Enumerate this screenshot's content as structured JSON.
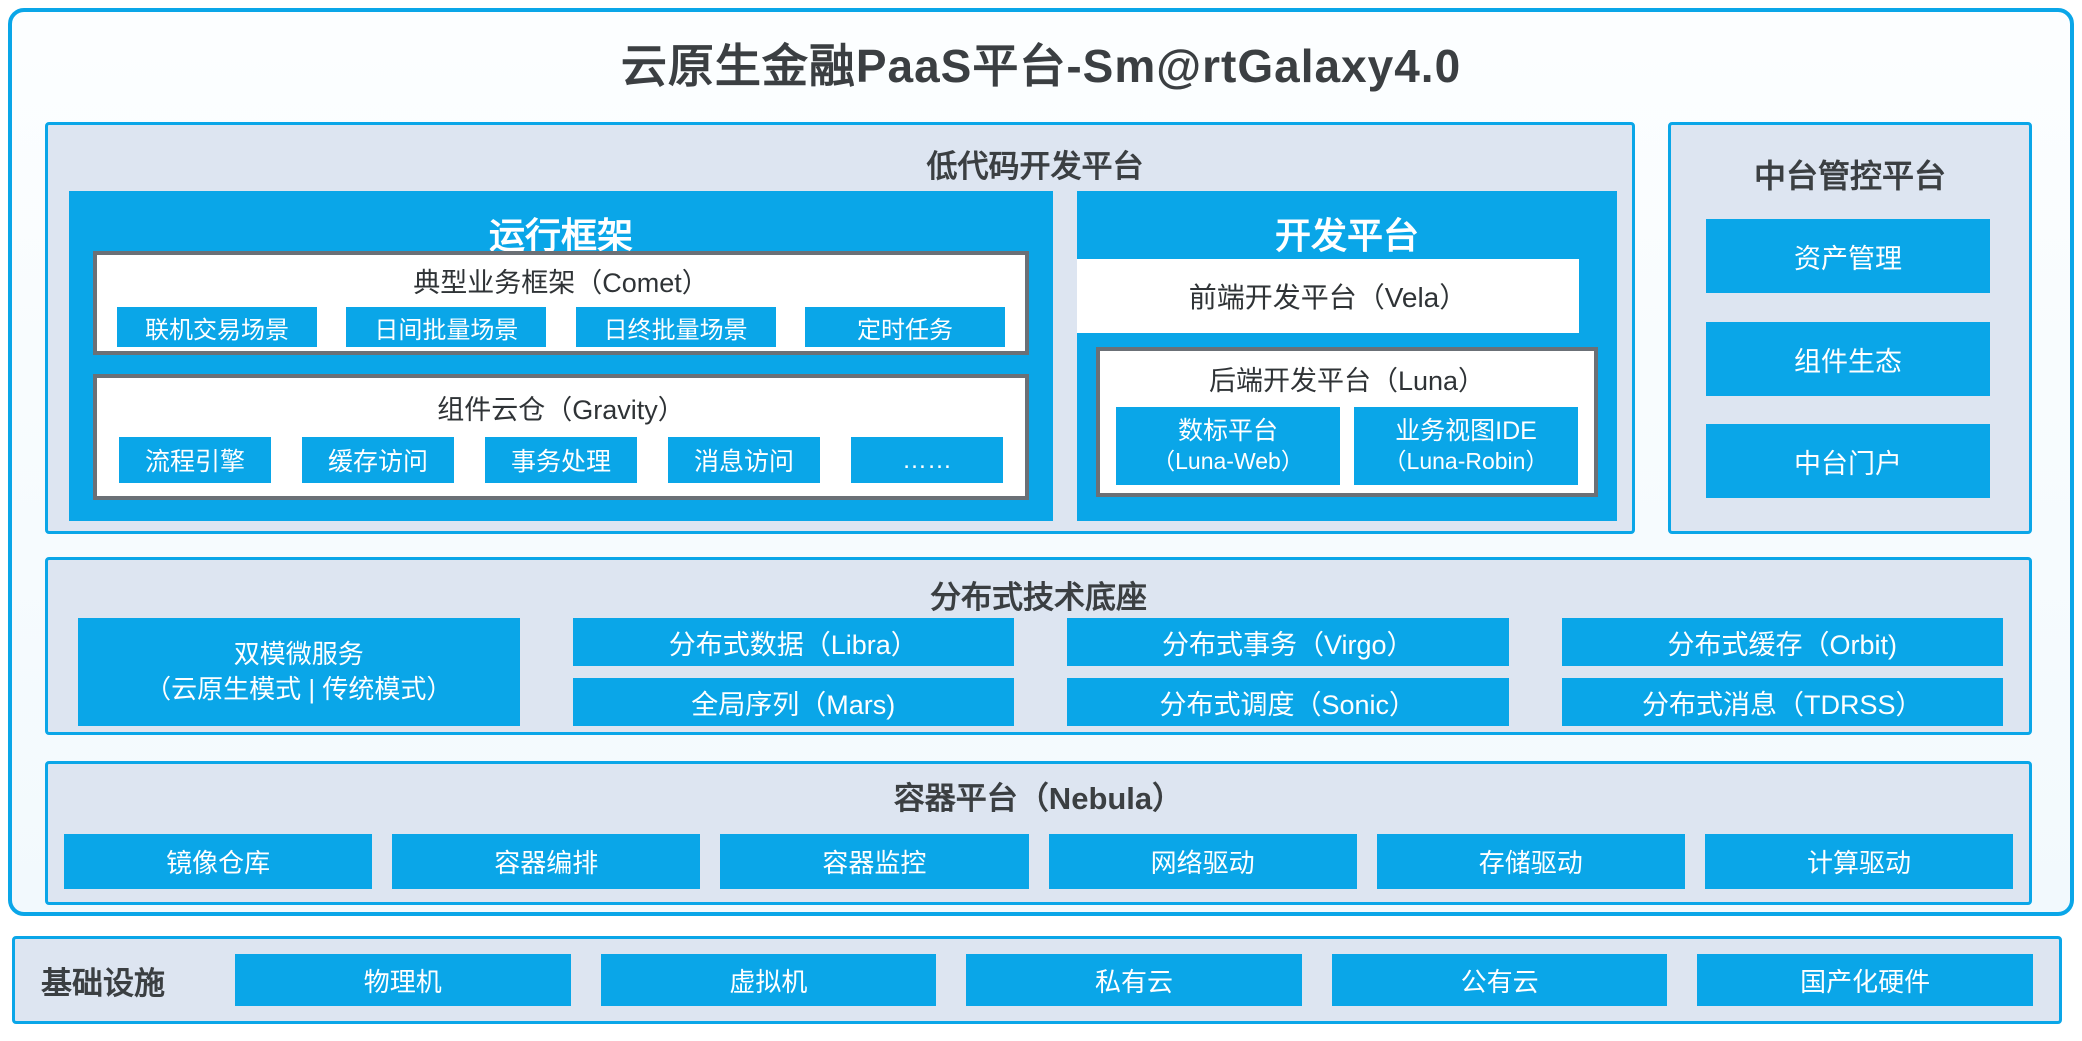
{
  "page": {
    "title": "云原生金融PaaS平台-Sm@rtGalaxy4.0"
  },
  "colors": {
    "accent_blue": "#0aa6e8",
    "section_bg": "#dde5f1",
    "inner_box_border": "#6b7076",
    "dark_text": "#3b3f42"
  },
  "lowcode": {
    "title": "低代码开发平台",
    "runtime": {
      "title": "运行框架",
      "comet": {
        "title": "典型业务框架（Comet）",
        "items": [
          "联机交易场景",
          "日间批量场景",
          "日终批量场景",
          "定时任务"
        ]
      },
      "gravity": {
        "title": "组件云仓（Gravity）",
        "items": [
          "流程引擎",
          "缓存访问",
          "事务处理",
          "消息访问",
          "……"
        ]
      }
    },
    "dev": {
      "title": "开发平台",
      "vela": "前端开发平台（Vela）",
      "luna": {
        "title": "后端开发平台（Luna）",
        "items": [
          {
            "name": "数标平台",
            "code": "（Luna-Web）"
          },
          {
            "name": "业务视图IDE",
            "code": "（Luna-Robin）"
          }
        ]
      }
    }
  },
  "midplatform": {
    "title": "中台管控平台",
    "items": [
      "资产管理",
      "组件生态",
      "中台门户"
    ]
  },
  "distributed": {
    "title": "分布式技术底座",
    "featured": {
      "line1": "双模微服务",
      "line2": "（云原生模式 | 传统模式）"
    },
    "columns": [
      [
        "分布式数据（Libra）",
        "全局序列（Mars)"
      ],
      [
        "分布式事务（Virgo）",
        "分布式调度（Sonic）"
      ],
      [
        "分布式缓存（Orbit)",
        "分布式消息（TDRSS）"
      ]
    ]
  },
  "containerPlatform": {
    "title": "容器平台（Nebula）",
    "items": [
      "镜像仓库",
      "容器编排",
      "容器监控",
      "网络驱动",
      "存储驱动",
      "计算驱动"
    ]
  },
  "infrastructure": {
    "label": "基础设施",
    "items": [
      "物理机",
      "虚拟机",
      "私有云",
      "公有云",
      "国产化硬件"
    ]
  }
}
